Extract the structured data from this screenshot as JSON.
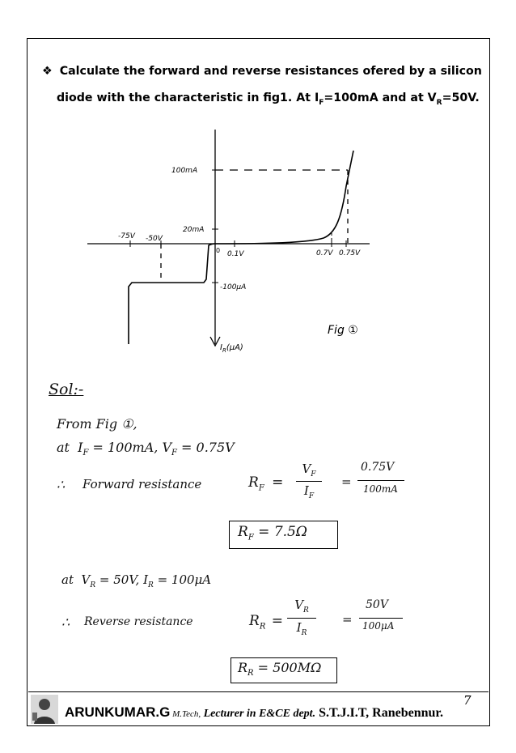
{
  "question": {
    "bullet": "❖",
    "line1": "Calculate the forward and reverse resistances ofered by a silicon",
    "line2_pre": "diode with the characteristic in fig1. At I",
    "line2_sub1": "F",
    "line2_mid": "=100mA and at V",
    "line2_sub2": "R",
    "line2_post": "=50V."
  },
  "figure": {
    "label_100mA": "100mA",
    "label_20mA": "20mA",
    "label_neg75V": "-75V",
    "label_neg50V": "-50V",
    "label_origin": "0",
    "label_01V": "0.1V",
    "label_07V": "0.7V",
    "label_075V": "0.75V",
    "label_neg100uA": "-100μA",
    "label_IR": "I",
    "label_IR_sub": "R",
    "label_IR_unit": "(μA)",
    "caption": "Fig ①"
  },
  "solution": {
    "heading": "Sol:-",
    "from_fig": "From Fig ①,",
    "cond1_at": "at",
    "cond1": "I",
    "cond1_sub": "F",
    "cond1_rest": " = 100mA,  V",
    "cond1_sub2": "F",
    "cond1_val": " = 0.75V",
    "therefore1": "∴",
    "fwd_label": "Forward resistance",
    "rf_sym": "R",
    "rf_sub": "F",
    "rf_eq": "=",
    "rf_num": "V",
    "rf_num_sub": "F",
    "rf_den": "I",
    "rf_den_sub": "F",
    "rf_eq2": "=",
    "rf_num_val": "0.75V",
    "rf_den_val": "100mA",
    "rf_result_sym": "R",
    "rf_result_sub": "F",
    "rf_result_val": " = 7.5Ω",
    "cond2_at": "at",
    "cond2": "V",
    "cond2_sub": "R",
    "cond2_rest": " = 50V,  I",
    "cond2_sub2": "R",
    "cond2_val": " = 100μA",
    "therefore2": "∴",
    "rev_label": "Reverse resistance",
    "rr_sym": "R",
    "rr_sub": "R",
    "rr_eq": "=",
    "rr_num": "V",
    "rr_num_sub": "R",
    "rr_den": "I",
    "rr_den_sub": "R",
    "rr_eq2": "=",
    "rr_num_val": "50V",
    "rr_den_val": "100μA",
    "rr_result_sym": "R",
    "rr_result_sub": "R",
    "rr_result_val": " = 500MΩ"
  },
  "footer": {
    "name": "ARUNKUMAR.G",
    "qualification": " M.Tech,",
    "role": " Lecturer in E&CE dept.",
    "institute": " S.T.J.I.T, Ranebennur.",
    "page_number": "7"
  }
}
